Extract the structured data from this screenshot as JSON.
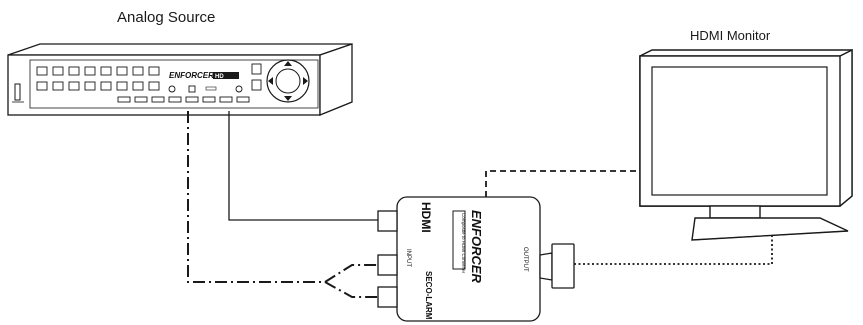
{
  "labels": {
    "analog_source": "Analog Source",
    "hdmi_monitor": "HDMI Monitor"
  },
  "dvr": {
    "brand": "ENFORCER",
    "model": "HD"
  },
  "converter": {
    "logo": "HDMI",
    "brand": "ENFORCER",
    "product": "Composite to HDMI Converter",
    "maker": "SECO-LARM",
    "input_label": "INPUT",
    "output_label": "OUTPUT"
  },
  "colors": {
    "line": "#1a1a1a",
    "background": "#ffffff"
  }
}
